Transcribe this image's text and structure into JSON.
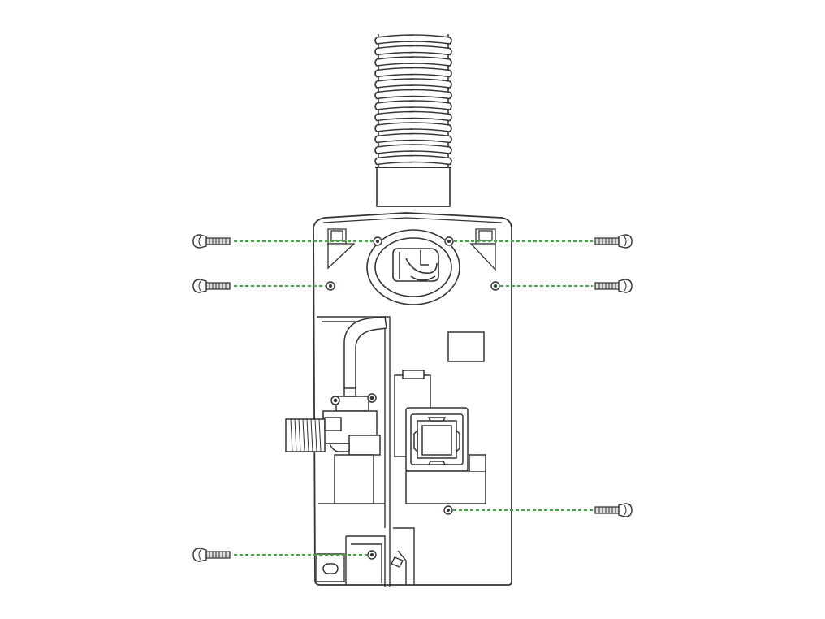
{
  "diagram": {
    "colors": {
      "line": "#333333",
      "fill": "#ffffff",
      "guide": "#3daa3d",
      "screw_shade": "#dddddd"
    },
    "icons": [
      "screw-icon",
      "screw-hole-icon",
      "corrugated-hose-icon",
      "water-valve-icon",
      "connector-box-icon"
    ],
    "screws": [
      {
        "id": "screw-top-left-upper",
        "side": "left",
        "hole": "hole-inlet-left"
      },
      {
        "id": "screw-top-left-lower",
        "side": "left",
        "hole": "hole-body-left"
      },
      {
        "id": "screw-top-right-upper",
        "side": "right",
        "hole": "hole-inlet-right"
      },
      {
        "id": "screw-top-right-lower",
        "side": "right",
        "hole": "hole-body-right"
      },
      {
        "id": "screw-bottom-right",
        "side": "right",
        "hole": "hole-connector"
      },
      {
        "id": "screw-bottom-left",
        "side": "left",
        "hole": "hole-bracket"
      }
    ],
    "screw_count": 6
  }
}
